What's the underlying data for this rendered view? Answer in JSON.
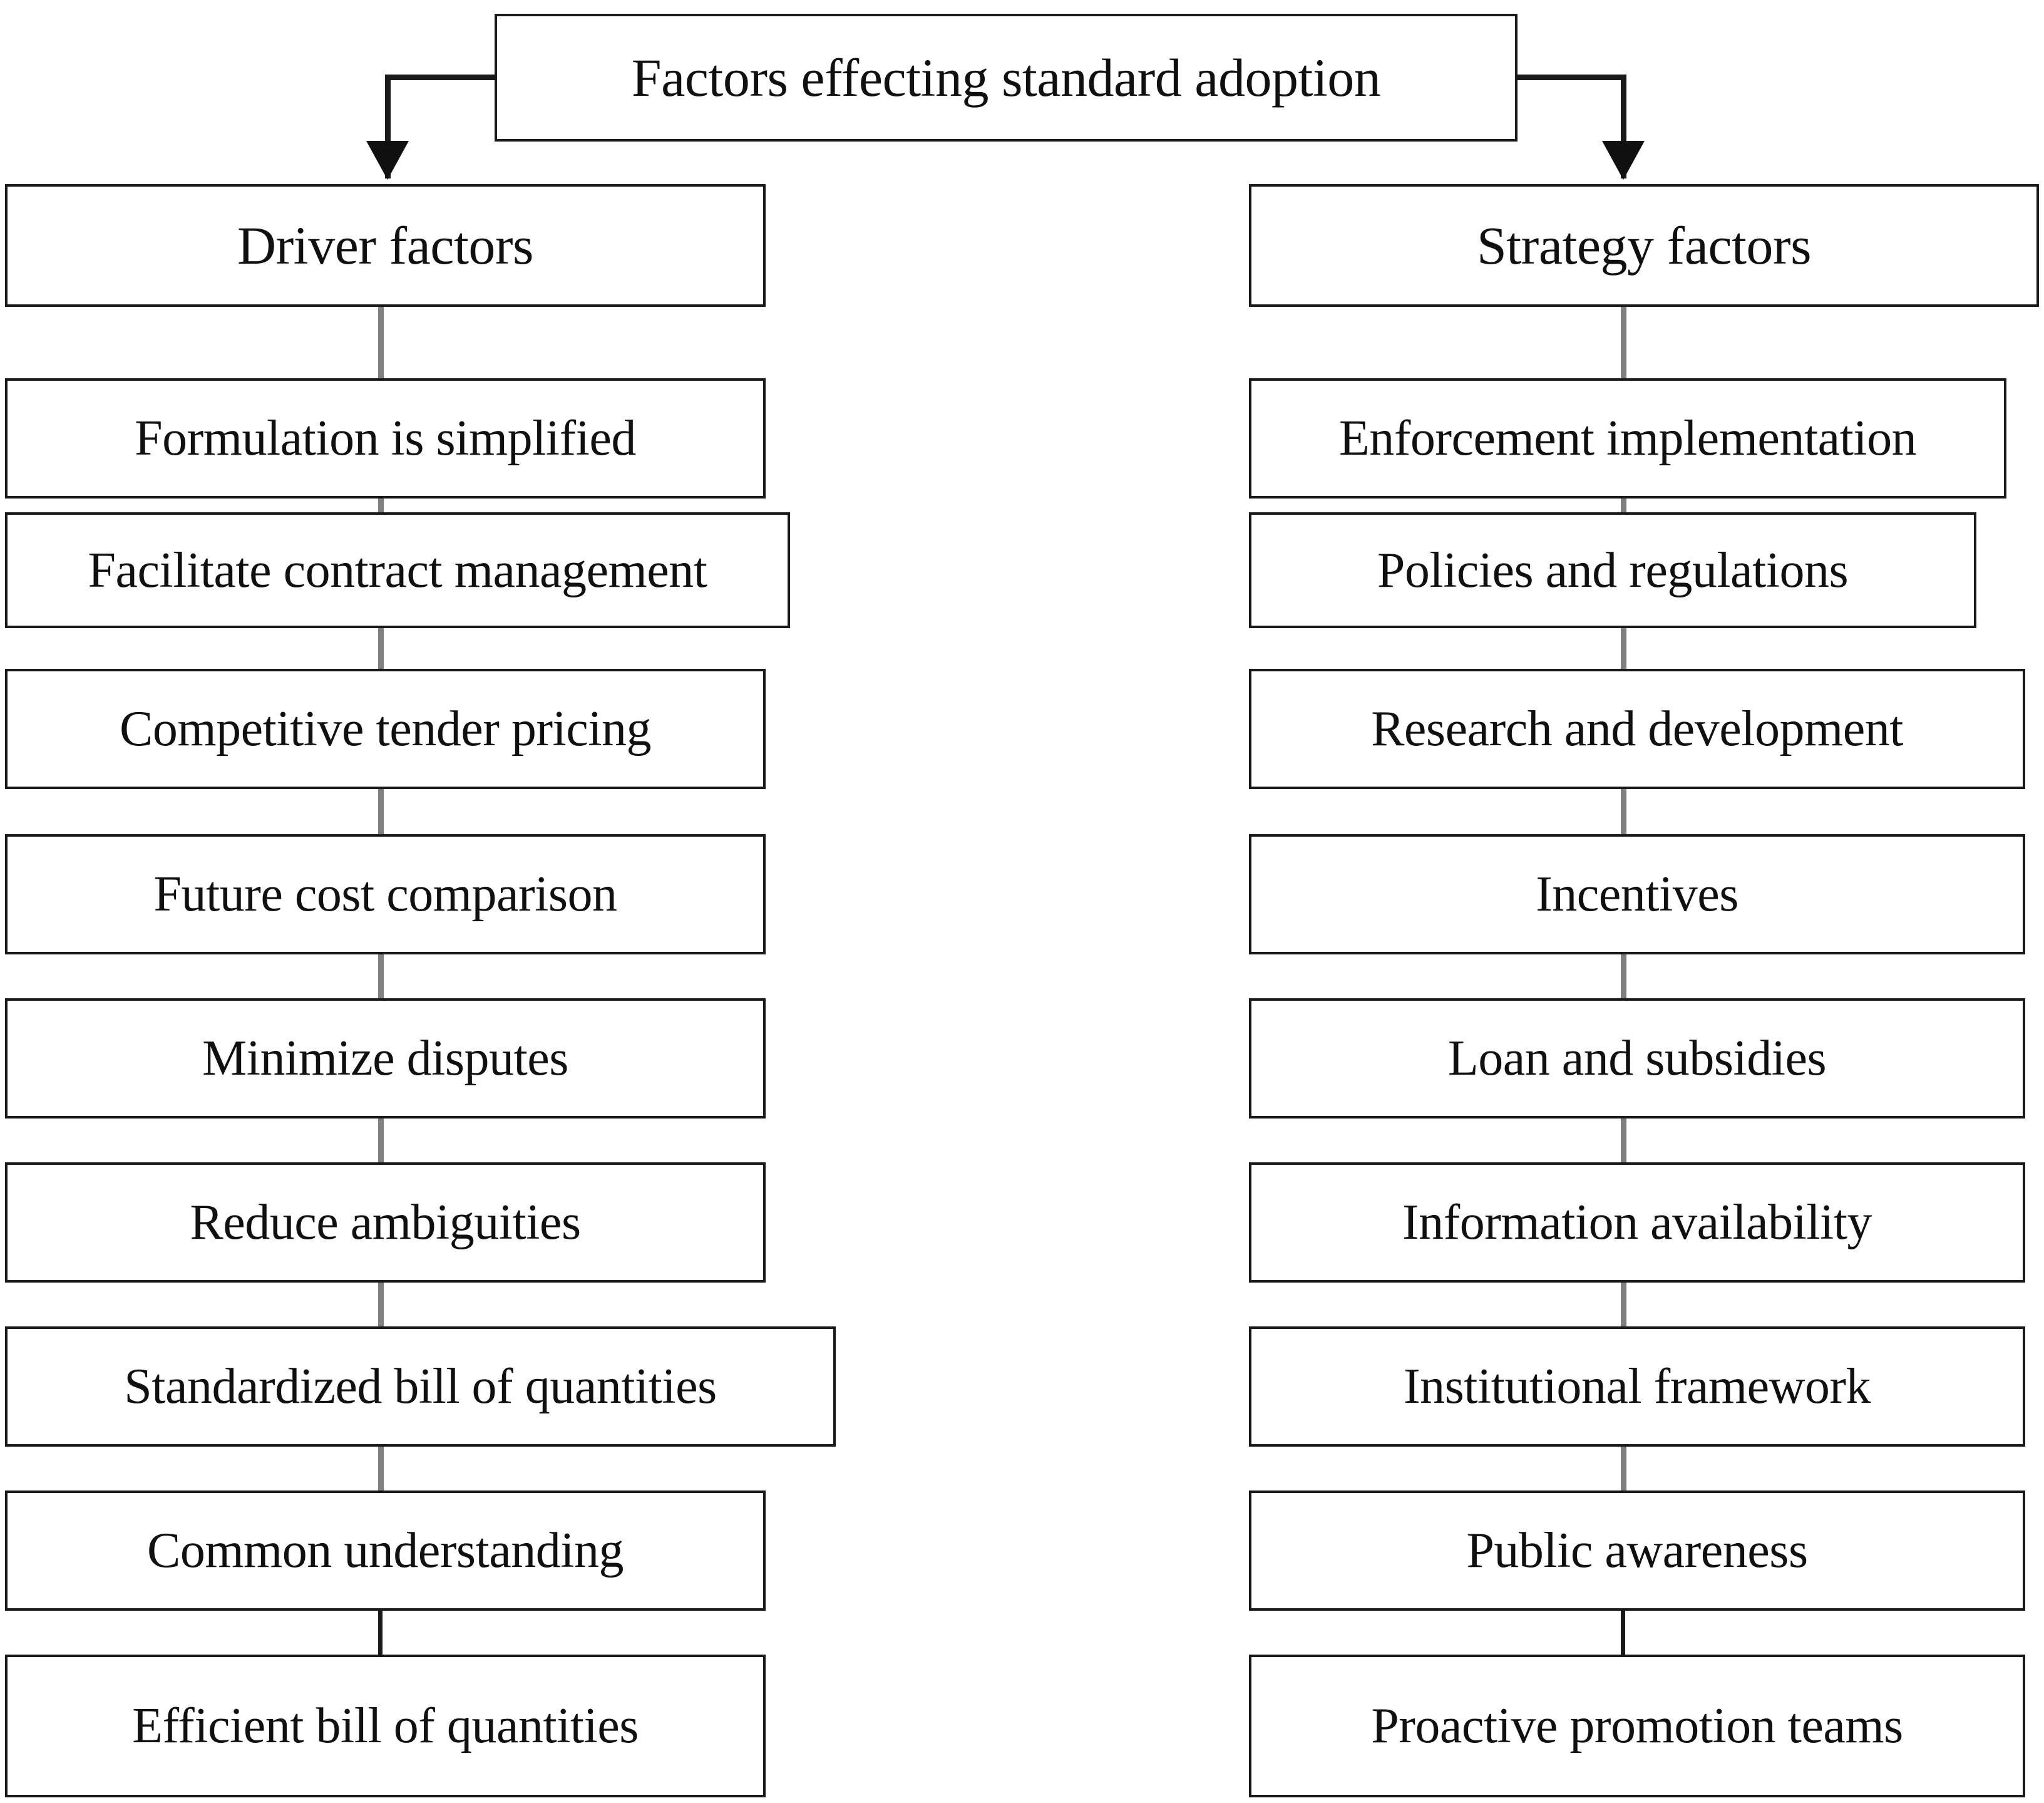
{
  "diagram": {
    "type": "tree",
    "title": "Factors effecting standard adoption",
    "root": {
      "label": "Factors effecting standard adoption"
    },
    "branches": [
      {
        "id": "driver",
        "label": "Driver factors",
        "items": [
          "Formulation is simplified",
          "Facilitate contract management",
          "Competitive tender pricing",
          "Future cost comparison",
          "Minimize disputes",
          "Reduce ambiguities",
          "Standardized bill of quantities",
          "Common understanding",
          "Efficient bill of quantities"
        ]
      },
      {
        "id": "strategy",
        "label": "Strategy factors",
        "items": [
          "Enforcement implementation",
          "Policies and regulations",
          "Research and development",
          "Incentives",
          "Loan and subsidies",
          "Information availability",
          "Institutional framework",
          "Public awareness",
          "Proactive promotion teams"
        ]
      }
    ],
    "colors": {
      "box_border": "#1a1a1a",
      "box_fill": "#ffffff",
      "connector": "#808080",
      "connector_dark": "#1a1a1a",
      "text": "#101010"
    }
  }
}
